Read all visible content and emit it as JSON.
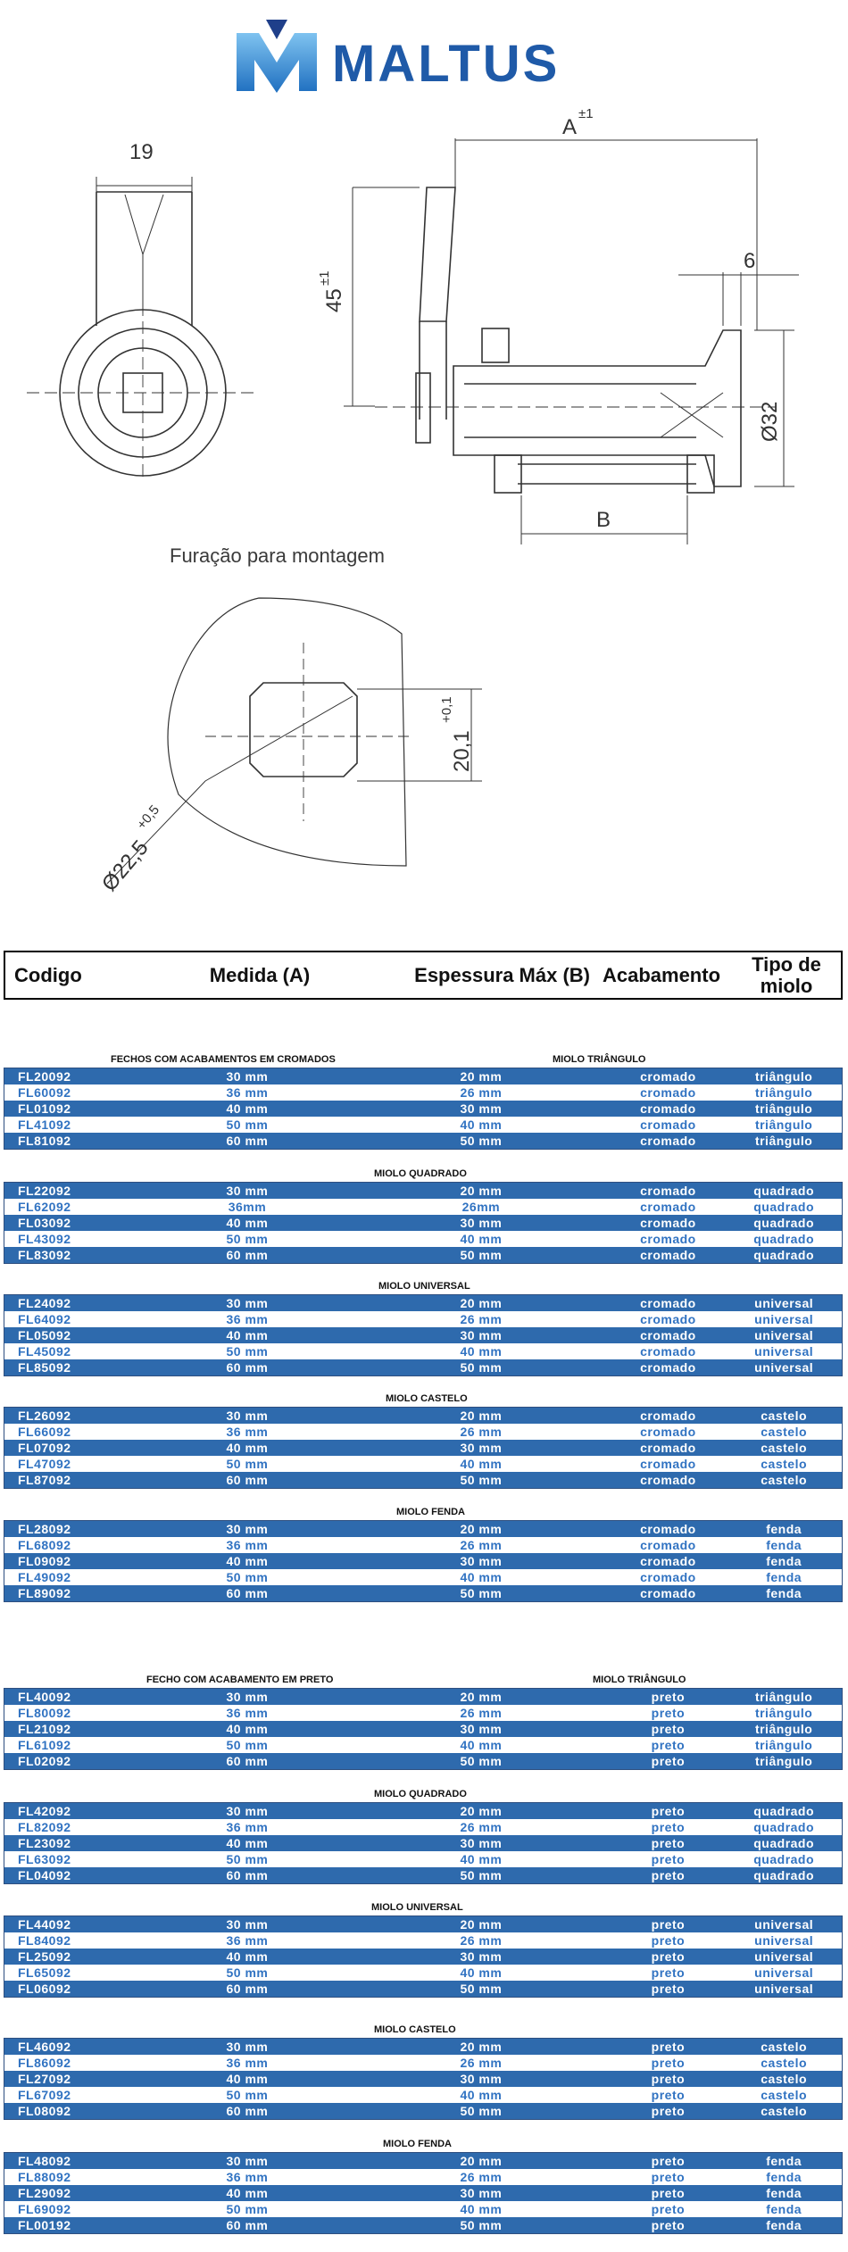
{
  "brand": {
    "name": "MALTUS"
  },
  "drawing": {
    "dim_19": "19",
    "dim_A": "A",
    "dim_A_tol": "±1",
    "dim_45": "45",
    "dim_45_tol": "±1",
    "dim_6": "6",
    "dim_32": "Ø32",
    "dim_B": "B",
    "caption": "Furação para montagem",
    "dim_20": "20,1",
    "dim_20_tol": "+0,1",
    "dim_225": "Ø22,5",
    "dim_225_tol": "+0,5"
  },
  "table_header": {
    "codigo": "Codigo",
    "medida": "Medida (A)",
    "espessura": "Espessura Máx (B)",
    "acabamento": "Acabamento",
    "tipo": "Tipo de miolo"
  },
  "sections": [
    {
      "left": "FECHOS COM ACABAMENTOS EM CROMADOS",
      "right": "MIOLO TRIÂNGULO",
      "rows": [
        [
          "FL20092",
          "30 mm",
          "20 mm",
          "cromado",
          "triângulo"
        ],
        [
          "FL60092",
          "36 mm",
          "26 mm",
          "cromado",
          "triângulo"
        ],
        [
          "FL01092",
          "40 mm",
          "30 mm",
          "cromado",
          "triângulo"
        ],
        [
          "FL41092",
          "50 mm",
          "40 mm",
          "cromado",
          "triângulo"
        ],
        [
          "FL81092",
          "60 mm",
          "50 mm",
          "cromado",
          "triângulo"
        ]
      ]
    },
    {
      "left": "",
      "right": "MIOLO QUADRADO",
      "rows": [
        [
          "FL22092",
          "30 mm",
          "20 mm",
          "cromado",
          "quadrado"
        ],
        [
          "FL62092",
          "36mm",
          "26mm",
          "cromado",
          "quadrado"
        ],
        [
          "FL03092",
          "40 mm",
          "30 mm",
          "cromado",
          "quadrado"
        ],
        [
          "FL43092",
          "50 mm",
          "40 mm",
          "cromado",
          "quadrado"
        ],
        [
          "FL83092",
          "60 mm",
          "50 mm",
          "cromado",
          "quadrado"
        ]
      ]
    },
    {
      "left": "",
      "right": "MIOLO UNIVERSAL",
      "rows": [
        [
          "FL24092",
          "30 mm",
          "20 mm",
          "cromado",
          "universal"
        ],
        [
          "FL64092",
          "36 mm",
          "26 mm",
          "cromado",
          "universal"
        ],
        [
          "FL05092",
          "40 mm",
          "30 mm",
          "cromado",
          "universal"
        ],
        [
          "FL45092",
          "50 mm",
          "40 mm",
          "cromado",
          "universal"
        ],
        [
          "FL85092",
          "60 mm",
          "50 mm",
          "cromado",
          "universal"
        ]
      ]
    },
    {
      "left": "",
      "right": "MIOLO CASTELO",
      "rows": [
        [
          "FL26092",
          "30 mm",
          "20 mm",
          "cromado",
          "castelo"
        ],
        [
          "FL66092",
          "36 mm",
          "26 mm",
          "cromado",
          "castelo"
        ],
        [
          "FL07092",
          "40 mm",
          "30 mm",
          "cromado",
          "castelo"
        ],
        [
          "FL47092",
          "50 mm",
          "40 mm",
          "cromado",
          "castelo"
        ],
        [
          "FL87092",
          "60 mm",
          "50 mm",
          "cromado",
          "castelo"
        ]
      ]
    },
    {
      "left": "",
      "right": "MIOLO FENDA",
      "rows": [
        [
          "FL28092",
          "30 mm",
          "20 mm",
          "cromado",
          "fenda"
        ],
        [
          "FL68092",
          "36 mm",
          "26 mm",
          "cromado",
          "fenda"
        ],
        [
          "FL09092",
          "40 mm",
          "30 mm",
          "cromado",
          "fenda"
        ],
        [
          "FL49092",
          "50 mm",
          "40 mm",
          "cromado",
          "fenda"
        ],
        [
          "FL89092",
          "60 mm",
          "50 mm",
          "cromado",
          "fenda"
        ]
      ]
    },
    {
      "left": "FECHO COM ACABAMENTO EM PRETO",
      "right": "MIOLO TRIÂNGULO",
      "rows": [
        [
          "FL40092",
          "30 mm",
          "20 mm",
          "preto",
          "triângulo"
        ],
        [
          "FL80092",
          "36 mm",
          "26 mm",
          "preto",
          "triângulo"
        ],
        [
          "FL21092",
          "40 mm",
          "30 mm",
          "preto",
          "triângulo"
        ],
        [
          "FL61092",
          "50 mm",
          "40 mm",
          "preto",
          "triângulo"
        ],
        [
          "FL02092",
          "60 mm",
          "50 mm",
          "preto",
          "triângulo"
        ]
      ]
    },
    {
      "left": "",
      "right": "MIOLO QUADRADO",
      "rows": [
        [
          "FL42092",
          "30 mm",
          "20 mm",
          "preto",
          "quadrado"
        ],
        [
          "FL82092",
          "36 mm",
          "26 mm",
          "preto",
          "quadrado"
        ],
        [
          "FL23092",
          "40 mm",
          "30 mm",
          "preto",
          "quadrado"
        ],
        [
          "FL63092",
          "50 mm",
          "40 mm",
          "preto",
          "quadrado"
        ],
        [
          "FL04092",
          "60 mm",
          "50 mm",
          "preto",
          "quadrado"
        ]
      ]
    },
    {
      "left": "",
      "right": "MIOLO UNIVERSAL",
      "rows": [
        [
          "FL44092",
          "30 mm",
          "20 mm",
          "preto",
          "universal"
        ],
        [
          "FL84092",
          "36 mm",
          "26 mm",
          "preto",
          "universal"
        ],
        [
          "FL25092",
          "40 mm",
          "30 mm",
          "preto",
          "universal"
        ],
        [
          "FL65092",
          "50 mm",
          "40 mm",
          "preto",
          "universal"
        ],
        [
          "FL06092",
          "60 mm",
          "50 mm",
          "preto",
          "universal"
        ]
      ]
    },
    {
      "left": "",
      "right": "MIOLO CASTELO",
      "rows": [
        [
          "FL46092",
          "30 mm",
          "20 mm",
          "preto",
          "castelo"
        ],
        [
          "FL86092",
          "36 mm",
          "26 mm",
          "preto",
          "castelo"
        ],
        [
          "FL27092",
          "40 mm",
          "30 mm",
          "preto",
          "castelo"
        ],
        [
          "FL67092",
          "50 mm",
          "40 mm",
          "preto",
          "castelo"
        ],
        [
          "FL08092",
          "60 mm",
          "50 mm",
          "preto",
          "castelo"
        ]
      ]
    },
    {
      "left": "",
      "right": "MIOLO FENDA",
      "rows": [
        [
          "FL48092",
          "30 mm",
          "20 mm",
          "preto",
          "fenda"
        ],
        [
          "FL88092",
          "36 mm",
          "26 mm",
          "preto",
          "fenda"
        ],
        [
          "FL29092",
          "40 mm",
          "30 mm",
          "preto",
          "fenda"
        ],
        [
          "FL69092",
          "50 mm",
          "40 mm",
          "preto",
          "fenda"
        ],
        [
          "FL00192",
          "60 mm",
          "50 mm",
          "preto",
          "fenda"
        ]
      ]
    }
  ]
}
